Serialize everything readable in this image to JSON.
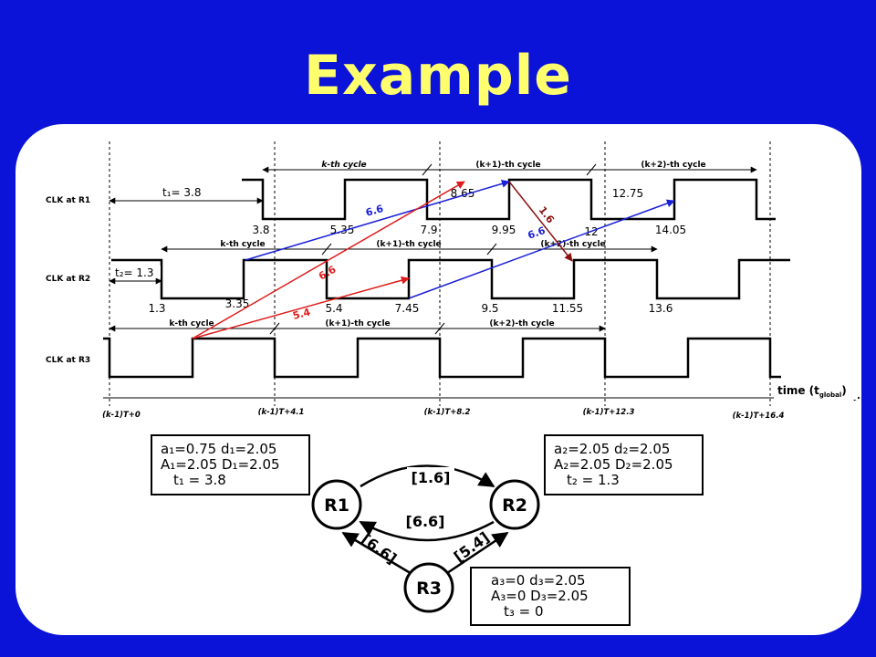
{
  "slide": {
    "title": "Example"
  },
  "timing": {
    "rows": [
      {
        "id": "r1",
        "label": "CLK at R1"
      },
      {
        "id": "r2",
        "label": "CLK at R2"
      },
      {
        "id": "r3",
        "label": "CLK at R3"
      }
    ],
    "cycles": {
      "r1": [
        "k-th cycle",
        "(k+1)-th cycle",
        "(k+2)-th cycle"
      ],
      "r2": [
        "k-th cycle",
        "(k+1)-th cycle",
        "(k+2)-th cycle"
      ],
      "r3": [
        "k-th cycle",
        "(k+1)-th cycle",
        "(k+2)-th cycle"
      ]
    },
    "offsets": {
      "r1": "t₁= 3.8",
      "r2": "t₂= 1.3"
    },
    "edge_times": {
      "r1": [
        "3.8",
        "5.35",
        "7.9",
        "8.65",
        "9.95",
        "12.75",
        "12",
        "14.05"
      ],
      "r2": [
        "1.3",
        "3.35",
        "5.4",
        "7.45",
        "9.5",
        "11.55",
        "13.6"
      ]
    },
    "arrow_labels": {
      "blue1": "6.6",
      "blue2": "6.6",
      "red1": "6.6",
      "red2": "5.4",
      "dark": "1.6"
    },
    "time_ticks": [
      "(k-1)T+0",
      "(k-1)T+4.1",
      "(k-1)T+8.2",
      "(k-1)T+12.3",
      "(k-1)T+16.4"
    ],
    "time_axis_label": "time (t",
    "time_axis_sub": "global",
    "time_axis_close": ")"
  },
  "graph": {
    "nodes": {
      "r1": "R1",
      "r2": "R2",
      "r3": "R3"
    },
    "edges": {
      "r1_r2": "[1.6]",
      "r2_r1": "[6.6]",
      "r3_r1": "[6.6]",
      "r3_r2": "[5.4]"
    },
    "boxes": {
      "r1": {
        "line1": "a₁=0.75  d₁=2.05",
        "line2": "A₁=2.05  D₁=2.05",
        "line3": "t₁ = 3.8"
      },
      "r2": {
        "line1": "a₂=2.05  d₂=2.05",
        "line2": "A₂=2.05  D₂=2.05",
        "line3": "t₂ = 1.3"
      },
      "r3": {
        "line1": "a₃=0  d₃=2.05",
        "line2": "A₃=0  D₃=2.05",
        "line3": "t₃ = 0"
      }
    }
  },
  "colors": {
    "background": "#0b13d8",
    "title": "#ffff6e",
    "blue_arrow": "#1a20d8",
    "red_arrow": "#e01b1b",
    "dark_arrow": "#8b1010"
  }
}
